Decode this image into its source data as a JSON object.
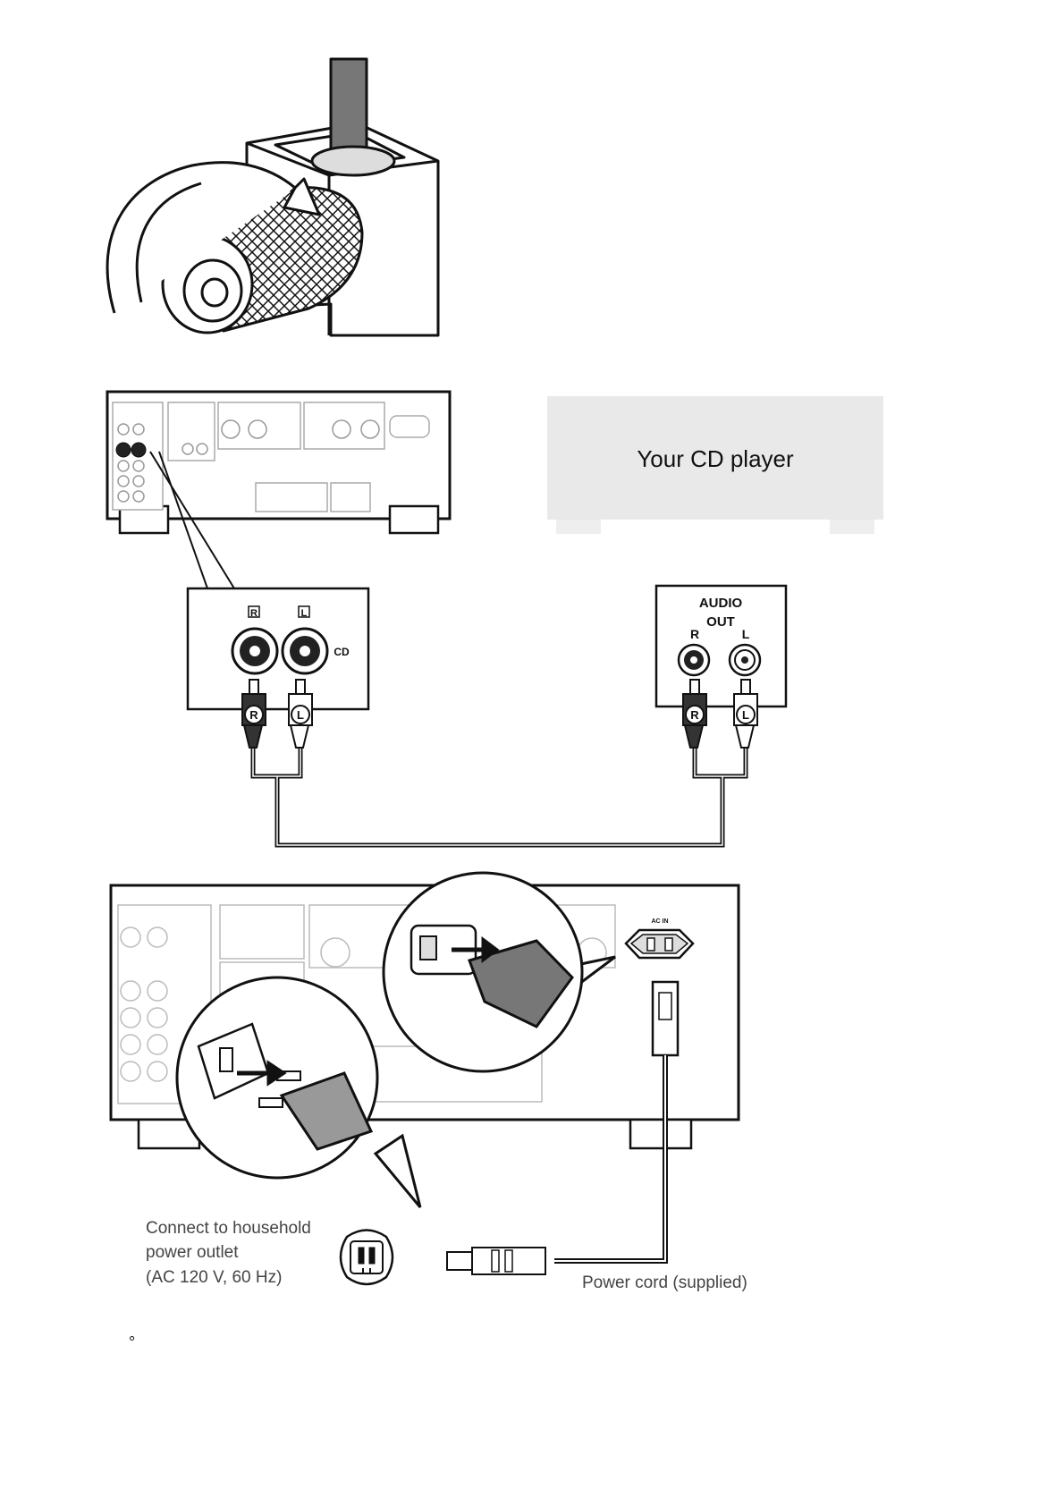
{
  "cd_player": {
    "label": "Your CD player"
  },
  "amp_input_panel": {
    "channel_right": "R",
    "channel_left": "L",
    "input_name": "CD"
  },
  "cd_output_panel": {
    "title_line1": "AUDIO",
    "title_line2": "OUT",
    "channel_right": "R",
    "channel_left": "L"
  },
  "plugs": {
    "right": "R",
    "left": "L"
  },
  "power": {
    "outlet_line1": "Connect to household",
    "outlet_line2": "power outlet",
    "outlet_line3": "(AC 120 V, 60 Hz)",
    "cord_label": "Power cord (supplied)",
    "ac_in_label": "AC IN"
  },
  "footnote": {
    "mark": "°"
  }
}
